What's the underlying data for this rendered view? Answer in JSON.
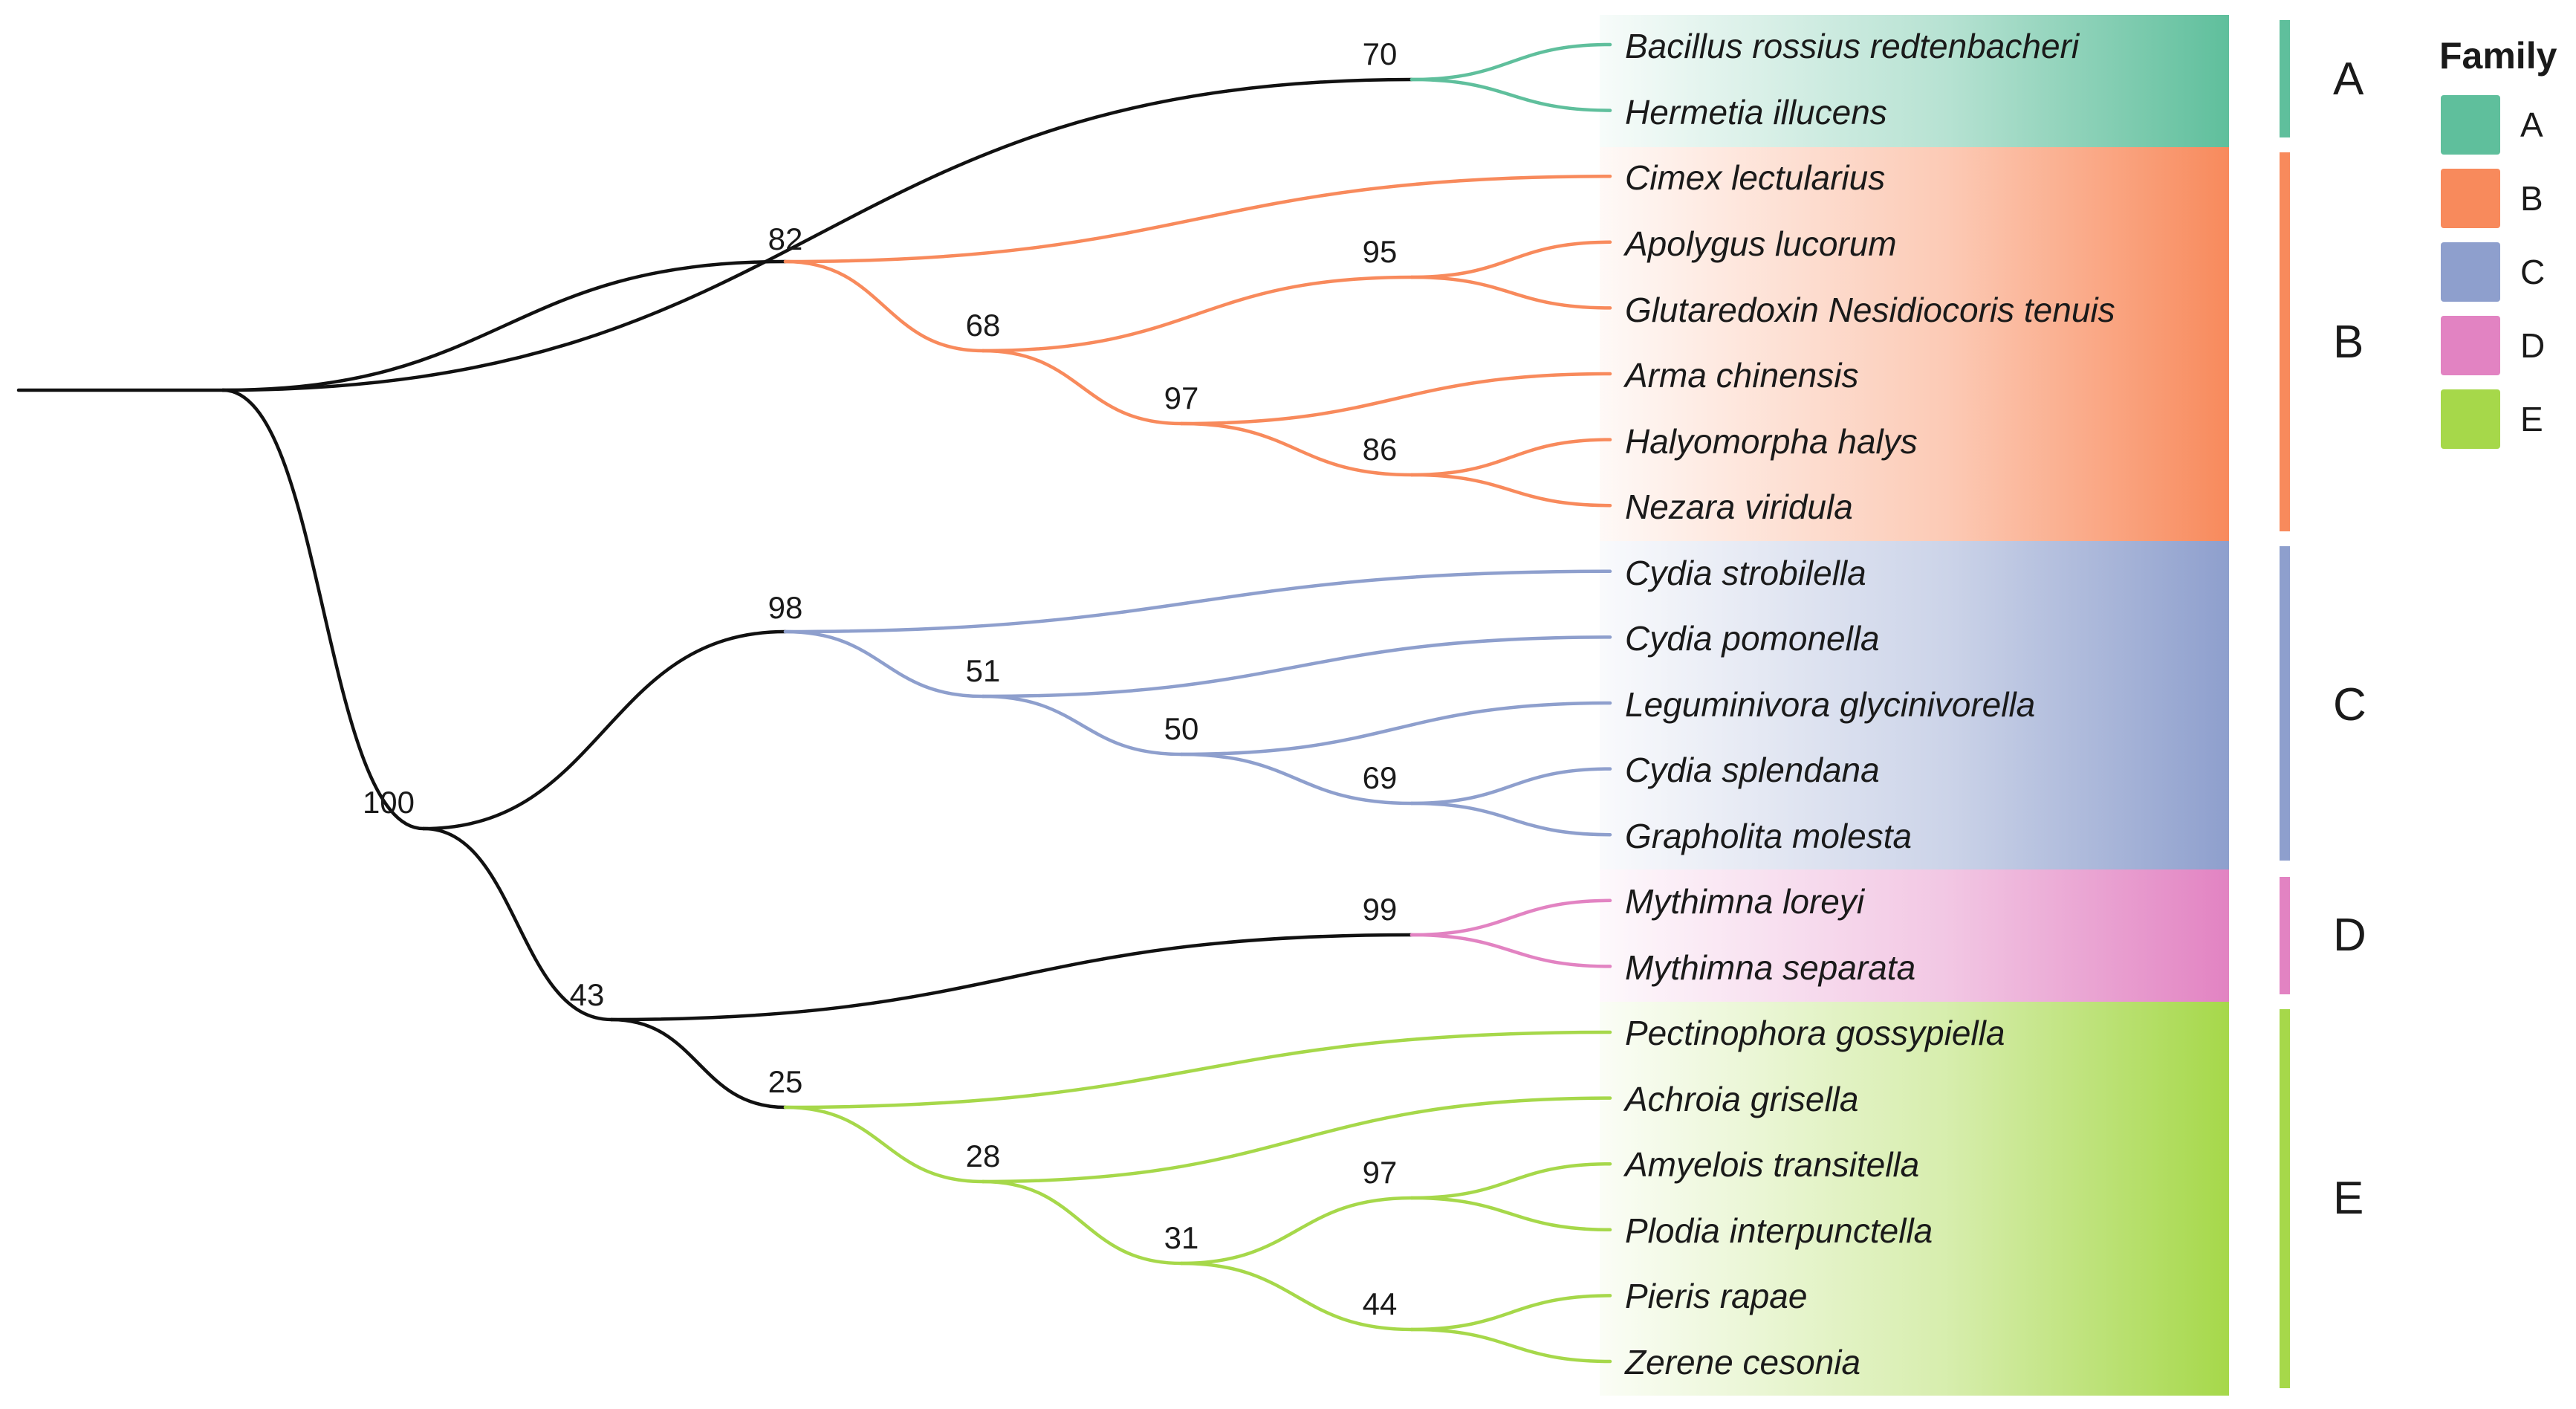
{
  "legend": {
    "title": "Family",
    "items": [
      {
        "key": "A",
        "color": "#5fbf9c"
      },
      {
        "key": "B",
        "color": "#f88a5c"
      },
      {
        "key": "C",
        "color": "#8e9fcd"
      },
      {
        "key": "D",
        "color": "#e283c2"
      },
      {
        "key": "E",
        "color": "#a6d84a"
      }
    ]
  },
  "tree": {
    "leaves": [
      {
        "name": "Bacillus rossius redtenbacheri",
        "family": "A"
      },
      {
        "name": "Hermetia illucens",
        "family": "A"
      },
      {
        "name": "Cimex lectularius",
        "family": "B"
      },
      {
        "name": "Apolygus lucorum",
        "family": "B"
      },
      {
        "name": "Glutaredoxin Nesidiocoris tenuis",
        "family": "B"
      },
      {
        "name": "Arma chinensis",
        "family": "B"
      },
      {
        "name": "Halyomorpha halys",
        "family": "B"
      },
      {
        "name": "Nezara viridula",
        "family": "B"
      },
      {
        "name": "Cydia strobilella",
        "family": "C"
      },
      {
        "name": "Cydia pomonella",
        "family": "C"
      },
      {
        "name": "Leguminivora glycinivorella",
        "family": "C"
      },
      {
        "name": "Cydia splendana",
        "family": "C"
      },
      {
        "name": "Grapholita molesta",
        "family": "C"
      },
      {
        "name": "Mythimna loreyi",
        "family": "D"
      },
      {
        "name": "Mythimna separata",
        "family": "D"
      },
      {
        "name": "Pectinophora gossypiella",
        "family": "E"
      },
      {
        "name": "Achroia grisella",
        "family": "E"
      },
      {
        "name": "Amyelois transitella",
        "family": "E"
      },
      {
        "name": "Plodia interpunctella",
        "family": "E"
      },
      {
        "name": "Pieris rapae",
        "family": "E"
      },
      {
        "name": "Zerene cesonia",
        "family": "E"
      }
    ],
    "support_values": [
      "70",
      "82",
      "95",
      "68",
      "97",
      "86",
      "98",
      "51",
      "50",
      "69",
      "100",
      "99",
      "43",
      "25",
      "28",
      "97",
      "31",
      "44"
    ],
    "clade_letters": [
      "A",
      "B",
      "C",
      "D",
      "E"
    ]
  }
}
